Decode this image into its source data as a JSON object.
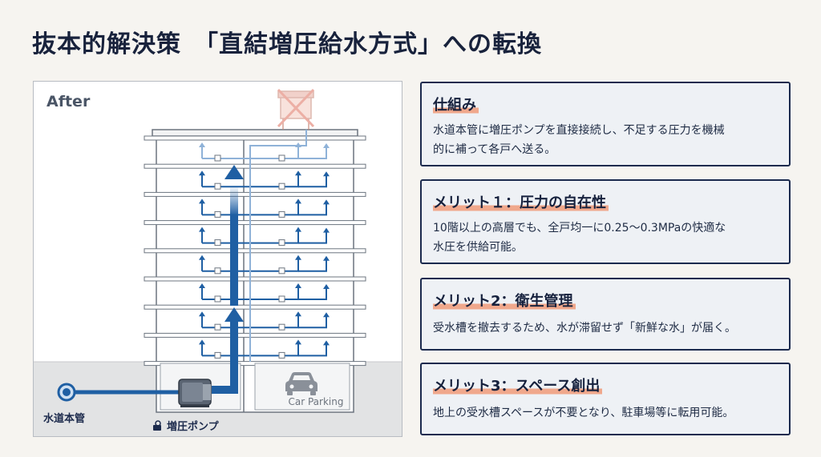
{
  "page": {
    "title": "抜本的解決策　「直結増圧給水方式」への転換"
  },
  "diagram": {
    "after_label": "After",
    "water_main_label": "水道本管",
    "pump_label": "増圧ポンプ",
    "parking_label": "Car Parking",
    "floors": 8,
    "colors": {
      "pipe": "#1f5fa3",
      "pipe_light": "#8fb2d8",
      "building_line": "#6c747f",
      "ground": "#e2e3e4",
      "removed_tank_x": "#e07b6a"
    }
  },
  "cards": [
    {
      "title": "仕組み",
      "lines": [
        "水道本管に増圧ポンプを直接接続し、不足する圧力を機械",
        "的に補って各戸へ送る。"
      ]
    },
    {
      "title": "メリット１：圧力の自在性",
      "lines": [
        "10階以上の高層でも、全戸均一に0.25〜0.3MPaの快適な",
        "水圧を供給可能。"
      ]
    },
    {
      "title": "メリット2：衛生管理",
      "lines": [
        "受水槽を撤去するため、水が滞留せず「新鮮な水」が届く。"
      ]
    },
    {
      "title": "メリット3：スペース創出",
      "lines": [
        "地上の受水槽スペースが不要となり、駐車場等に転用可能。"
      ]
    }
  ]
}
